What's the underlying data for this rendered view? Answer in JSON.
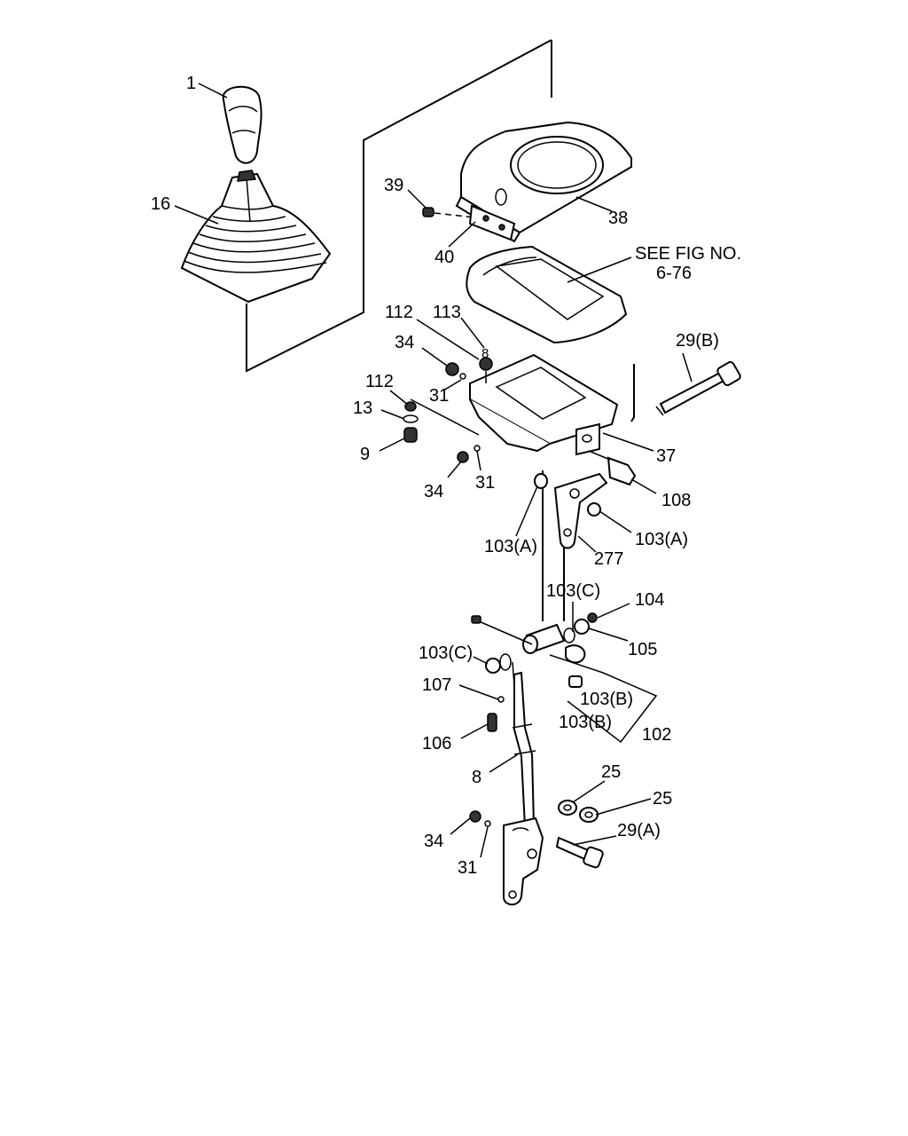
{
  "diagram": {
    "callouts": {
      "c1": "1",
      "c16": "16",
      "c39": "39",
      "c40": "40",
      "c38": "38",
      "see_fig_line1": "SEE FIG NO.",
      "see_fig_line2": "6-76",
      "c112a": "112",
      "c113": "113",
      "c8a": "8",
      "c34a": "34",
      "c31a": "31",
      "c112b": "112",
      "c13": "13",
      "c9": "9",
      "c29b": "29(B)",
      "c37": "37",
      "c34b": "34",
      "c31b": "31",
      "c108": "108",
      "c103a1": "103(A)",
      "c103a2": "103(A)",
      "c277": "277",
      "c103c1": "103(C)",
      "c104": "104",
      "c105": "105",
      "c103c2": "103(C)",
      "c107": "107",
      "c106": "106",
      "c103b1": "103(B)",
      "c103b2": "103(B)",
      "c102": "102",
      "c8b": "8",
      "c25a": "25",
      "c25b": "25",
      "c29a": "29(A)",
      "c34c": "34",
      "c31c": "31"
    }
  }
}
